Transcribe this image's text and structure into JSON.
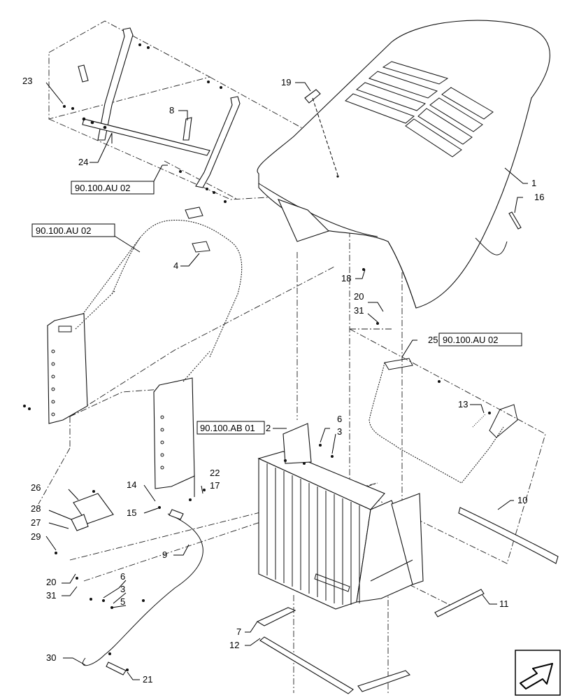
{
  "callouts": [
    {
      "id": "c1",
      "text": "1"
    },
    {
      "id": "c2",
      "text": "2"
    },
    {
      "id": "c3a",
      "text": "3"
    },
    {
      "id": "c3b",
      "text": "3"
    },
    {
      "id": "c4",
      "text": "4"
    },
    {
      "id": "c5",
      "text": "5"
    },
    {
      "id": "c6a",
      "text": "6"
    },
    {
      "id": "c6b",
      "text": "6"
    },
    {
      "id": "c7",
      "text": "7"
    },
    {
      "id": "c8",
      "text": "8"
    },
    {
      "id": "c9",
      "text": "9"
    },
    {
      "id": "c10",
      "text": "10"
    },
    {
      "id": "c11",
      "text": "11"
    },
    {
      "id": "c12",
      "text": "12"
    },
    {
      "id": "c13",
      "text": "13"
    },
    {
      "id": "c14",
      "text": "14"
    },
    {
      "id": "c15",
      "text": "15"
    },
    {
      "id": "c16",
      "text": "16"
    },
    {
      "id": "c17",
      "text": "17"
    },
    {
      "id": "c18",
      "text": "18"
    },
    {
      "id": "c19",
      "text": "19"
    },
    {
      "id": "c20a",
      "text": "20"
    },
    {
      "id": "c20b",
      "text": "20"
    },
    {
      "id": "c21",
      "text": "21"
    },
    {
      "id": "c22",
      "text": "22"
    },
    {
      "id": "c23",
      "text": "23"
    },
    {
      "id": "c24",
      "text": "24"
    },
    {
      "id": "c25",
      "text": "25"
    },
    {
      "id": "c26",
      "text": "26"
    },
    {
      "id": "c27",
      "text": "27"
    },
    {
      "id": "c28",
      "text": "28"
    },
    {
      "id": "c29",
      "text": "29"
    },
    {
      "id": "c30",
      "text": "30"
    },
    {
      "id": "c31a",
      "text": "31"
    },
    {
      "id": "c31b",
      "text": "31"
    }
  ],
  "references": [
    {
      "id": "r1",
      "text": "90.100.AU 02"
    },
    {
      "id": "r2",
      "text": "90.100.AU 02"
    },
    {
      "id": "r3",
      "text": "90.100.AU 02"
    },
    {
      "id": "r4",
      "text": "90.100.AB 01"
    }
  ],
  "nav_icon": "previous-page-arrow-icon"
}
